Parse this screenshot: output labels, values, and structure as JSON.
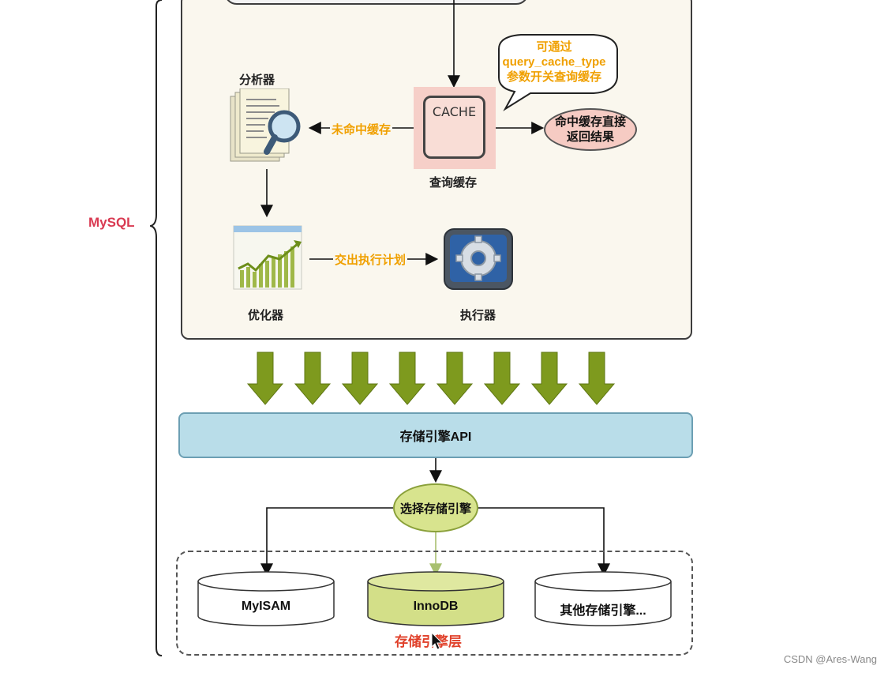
{
  "mysql_label": "MySQL",
  "analyzer": {
    "label": "分析器"
  },
  "cache": {
    "text": "CACHE",
    "label": "查询缓存"
  },
  "cache_miss": "未命中缓存",
  "bubble": {
    "line1": "可通过",
    "line2": "query_cache_type",
    "line3": "参数开关查询缓存"
  },
  "cache_hit": {
    "line1": "命中缓存直接",
    "line2": "返回结果"
  },
  "optimizer": {
    "label": "优化器"
  },
  "exec_plan": "交出执行计划",
  "executor": {
    "label": "执行器"
  },
  "storage_api": "存储引擎API",
  "choose_engine": "选择存储引擎",
  "engines": [
    {
      "name": "MyISAM",
      "fill": "#ffffff"
    },
    {
      "name": "InnoDB",
      "fill": "#d3df88"
    },
    {
      "name": "其他存储引擎...",
      "fill": "#ffffff"
    }
  ],
  "engine_layer": "存储引擎层",
  "watermark": "CSDN @Ares-Wang",
  "colors": {
    "arrow_green": "#7e9a1e",
    "cache_bg": "#f6cfc8",
    "api_bar": "#b9dde9"
  }
}
